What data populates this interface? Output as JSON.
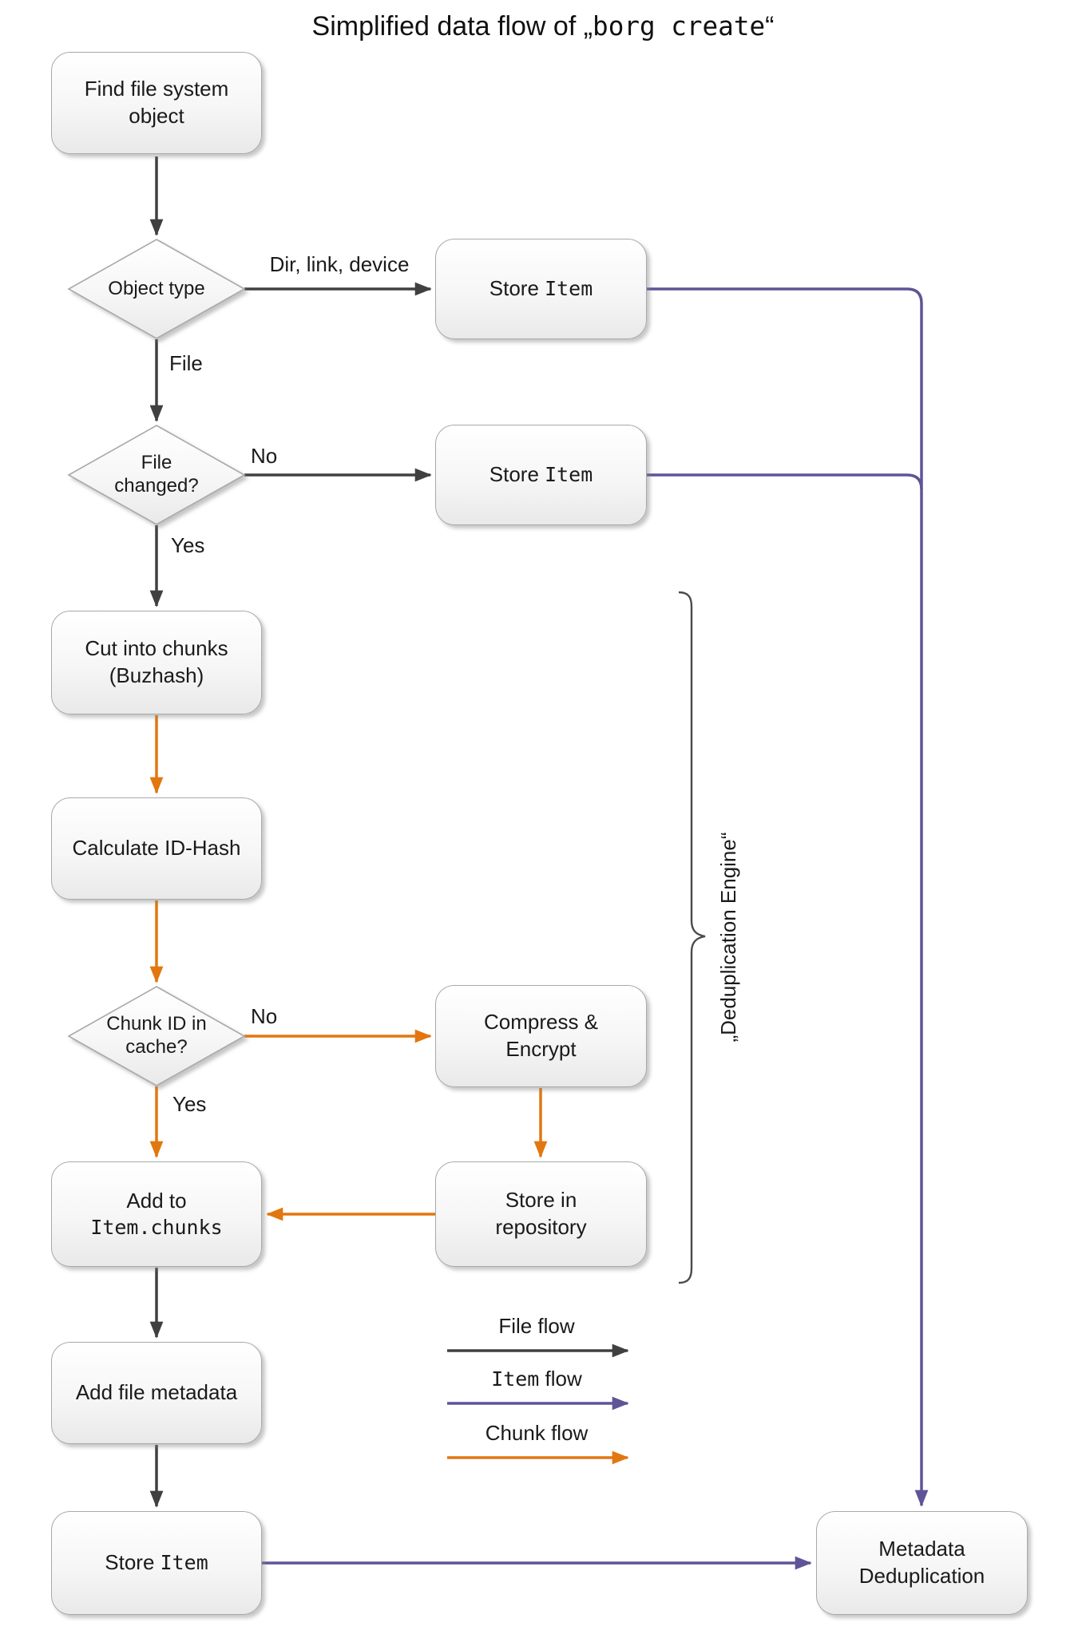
{
  "title": {
    "prefix": "Simplified data flow of „",
    "code": "borg create",
    "suffix": "“"
  },
  "nodes": {
    "find_fs": {
      "label": [
        "Find file system",
        "object"
      ]
    },
    "object_type": {
      "label": "Object type"
    },
    "store_item_top": {
      "text": "Store ",
      "code": "Item"
    },
    "file_changed": {
      "label": [
        "File",
        "changed?"
      ]
    },
    "store_item_mid": {
      "text": "Store ",
      "code": "Item"
    },
    "cut_chunks": {
      "label": [
        "Cut into chunks",
        "(Buzhash)"
      ]
    },
    "calc_hash": {
      "label": "Calculate ID-Hash"
    },
    "chunk_id": {
      "label": [
        "Chunk ID in",
        "cache?"
      ]
    },
    "compress": {
      "label": [
        "Compress &",
        "Encrypt"
      ]
    },
    "add_chunks": {
      "text": "Add to",
      "code": "Item.chunks"
    },
    "store_repo": {
      "label": [
        "Store in",
        "repository"
      ]
    },
    "add_metadata": {
      "label": "Add file metadata"
    },
    "store_item_bottom": {
      "text": "Store ",
      "code": "Item"
    },
    "metadata_dedup": {
      "label": [
        "Metadata",
        "Deduplication"
      ]
    }
  },
  "edge_labels": {
    "object_type_store": "Dir, link, device",
    "object_type_file": "File",
    "file_changed_no": "No",
    "file_changed_yes": "Yes",
    "chunk_id_no": "No",
    "chunk_id_yes": "Yes"
  },
  "brace": {
    "label": "„Deduplication Engine“"
  },
  "legend": {
    "file_flow": "File flow",
    "item_flow_code": "Item",
    "item_flow_text": " flow",
    "chunk_flow": "Chunk flow"
  },
  "colors": {
    "file_flow": "#404040",
    "item_flow": "#5f5497",
    "chunk_flow": "#e2770f"
  }
}
